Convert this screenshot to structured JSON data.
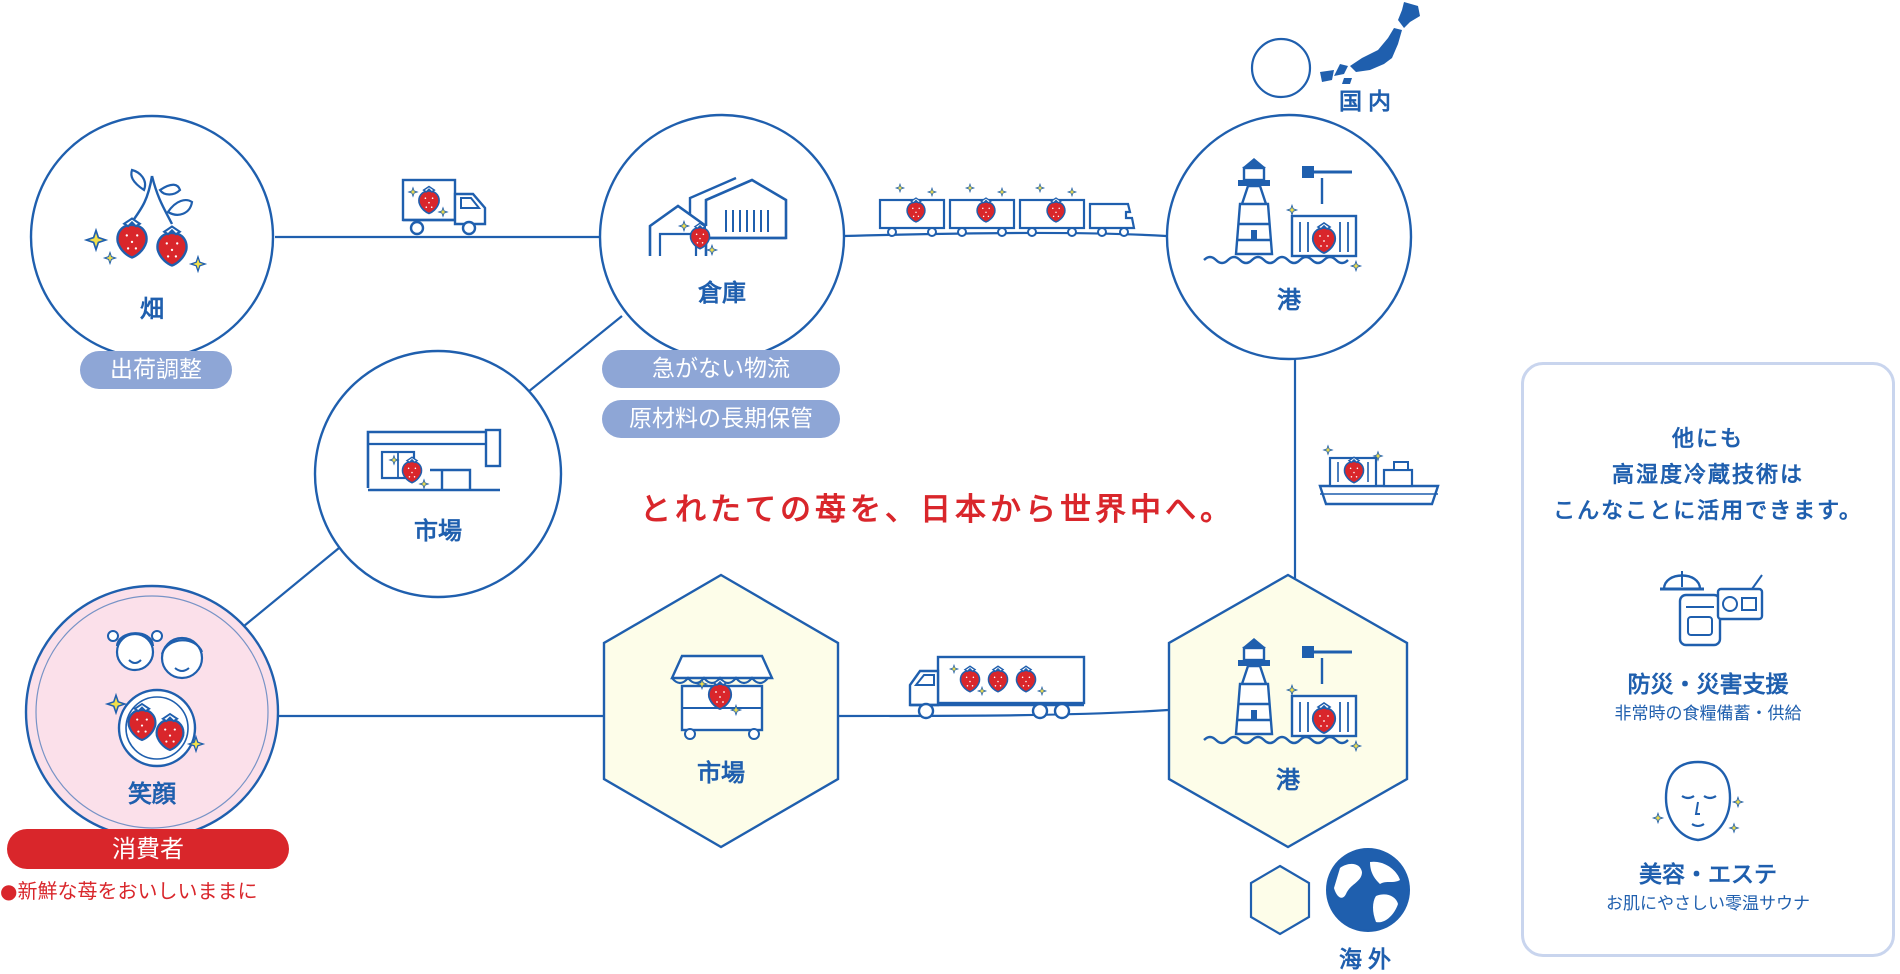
{
  "headline": "とれたての苺を、日本から世界中へ。",
  "nodes": {
    "field": "畑",
    "warehouse": "倉庫",
    "port_domestic": "港",
    "market_domestic": "市場",
    "consumer": "笑顔",
    "market_overseas": "市場",
    "port_overseas": "港"
  },
  "tags": {
    "field": "出荷調整",
    "warehouse_1": "急がない物流",
    "warehouse_2": "原材料の長期保管"
  },
  "consumer": {
    "badge": "消費者",
    "note": "●新鮮な苺をおいしいままに"
  },
  "legend": {
    "domestic": "国内",
    "overseas": "海外"
  },
  "side_panel": {
    "title_lines": [
      "他にも",
      "高湿度冷蔵技術は",
      "こんなことに活用できます。"
    ],
    "items": [
      {
        "title": "防災・災害支援",
        "desc": "非常時の食糧備蓄・供給",
        "icon": "disaster-kit-icon"
      },
      {
        "title": "美容・エステ",
        "desc": "お肌にやさしい零温サウナ",
        "icon": "face-icon"
      }
    ]
  },
  "colors": {
    "blue": "#1f5fae",
    "red": "#d9262b",
    "pill": "#8ea6d6",
    "hex_fill": "#fdfde9",
    "consumer_fill": "#fbe0ea",
    "panel_border": "#c9d5ee"
  }
}
